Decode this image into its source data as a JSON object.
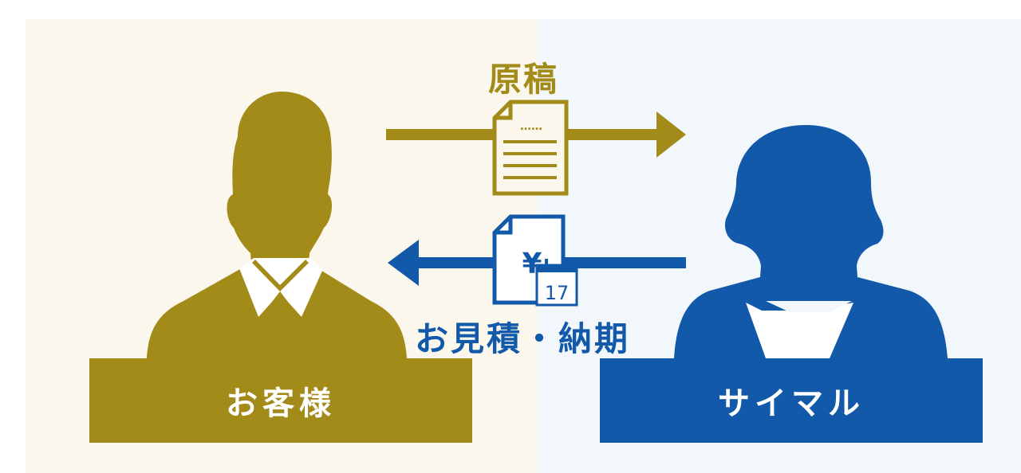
{
  "colors": {
    "gold": "#a38b19",
    "blue": "#1259a9",
    "bg_left": "#fbf7ec",
    "bg_right": "#f2f7fc"
  },
  "parties": {
    "customer_label": "お客様",
    "provider_label": "サイマル"
  },
  "flows": {
    "manuscript_label": "原稿",
    "estimate_label": "お見積・納期"
  },
  "icons": {
    "calendar_day": "17",
    "yen_symbol": "¥",
    "document_dots": "……"
  }
}
